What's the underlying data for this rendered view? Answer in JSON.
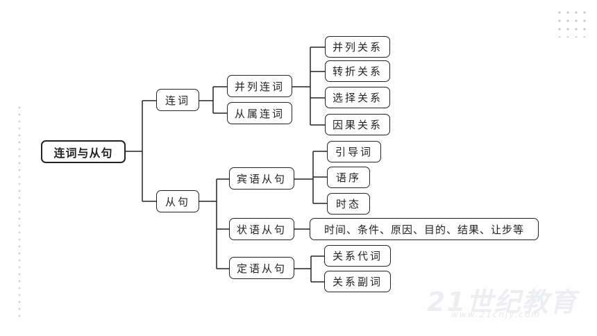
{
  "diagram": {
    "root": "连词与从句",
    "l1": {
      "conj": "连词",
      "clause": "从句"
    },
    "l2": {
      "coord": "并列连词",
      "subord": "从属连词",
      "object": "宾语从句",
      "adverbial": "状语从句",
      "attributive": "定语从句"
    },
    "l3": {
      "parallel": "并列关系",
      "transition": "转折关系",
      "choice": "选择关系",
      "cause": "因果关系",
      "intro": "引导词",
      "order": "语序",
      "tense": "时态",
      "adv_types": "时间、条件、原因、目的、结果、让步等",
      "rel_pron": "关系代词",
      "rel_adv": "关系副词"
    }
  },
  "watermark": {
    "logo": "21世纪教育",
    "url": "www.21cnjy.com"
  },
  "colors": {
    "stroke": "#222222",
    "background": "#ffffff"
  }
}
